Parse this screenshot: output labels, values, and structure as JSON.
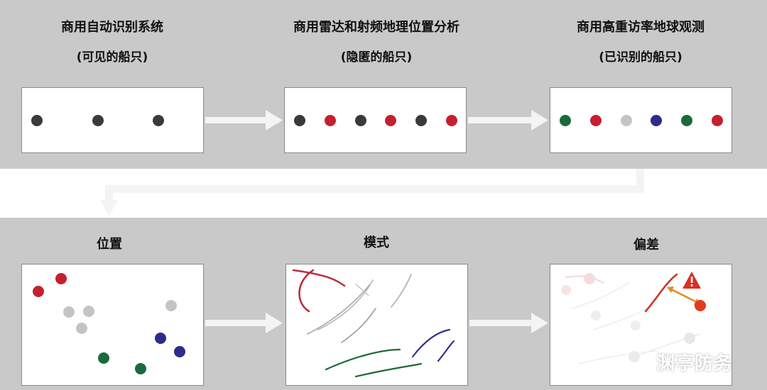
{
  "colors": {
    "band": "#c9c9c9",
    "dark": "#3a3a3a",
    "red": "#c42030",
    "gray": "#c4c4c4",
    "blue": "#2c2c8c",
    "green": "#1a6a3c",
    "alert": "#e23a20"
  },
  "stages": [
    {
      "title": "商用自动识别系统",
      "subtitle": "(可见的船只)",
      "dots": [
        "dark",
        "dark",
        "dark"
      ]
    },
    {
      "title": "商用雷达和射频地理位置分析",
      "subtitle": "(隐匿的船只)",
      "dots": [
        "dark",
        "red",
        "dark",
        "red",
        "dark",
        "red"
      ]
    },
    {
      "title": "商用高重访率地球观测",
      "subtitle": "(已识别的船只)",
      "dots": [
        "green",
        "red",
        "gray",
        "blue",
        "green",
        "red"
      ]
    }
  ],
  "analysis": [
    {
      "title": "位置",
      "points": [
        {
          "color": "red"
        },
        {
          "color": "red"
        },
        {
          "color": "gray"
        },
        {
          "color": "gray"
        },
        {
          "color": "gray"
        },
        {
          "color": "gray"
        },
        {
          "color": "blue"
        },
        {
          "color": "blue"
        },
        {
          "color": "green"
        },
        {
          "color": "green"
        }
      ]
    },
    {
      "title": "模式"
    },
    {
      "title": "偏差",
      "alert_icon": "warning-triangle-icon"
    }
  ],
  "watermark": "渊亭防务"
}
